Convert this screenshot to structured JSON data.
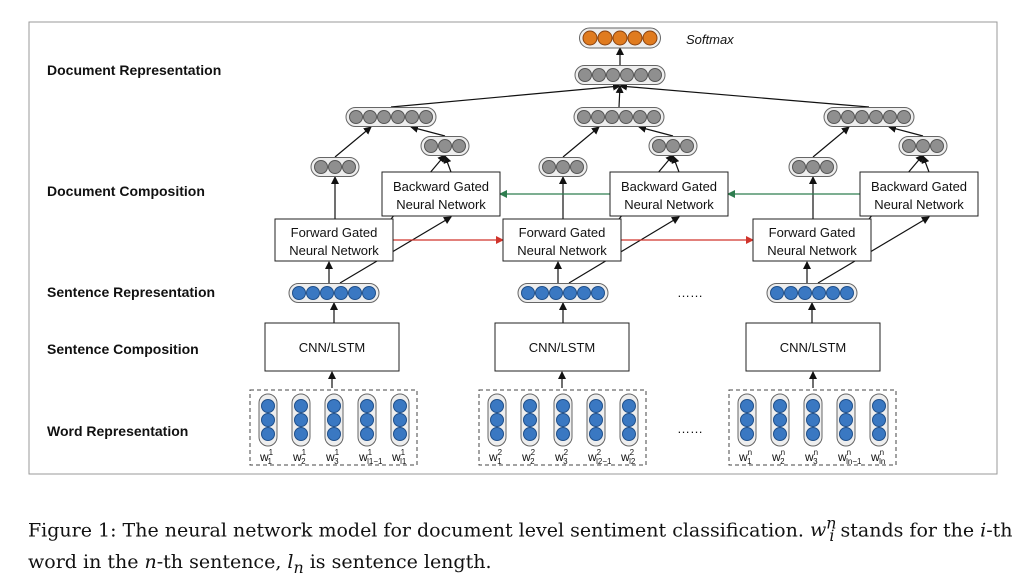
{
  "softmax_label": "Softmax",
  "layers": {
    "document_representation": "Document Representation",
    "document_composition": "Document Composition",
    "sentence_representation": "Sentence Representation",
    "sentence_composition": "Sentence Composition",
    "word_representation": "Word Representation"
  },
  "forward_label": [
    "Forward Gated",
    "Neural Network"
  ],
  "backward_label": [
    "Backward Gated",
    "Neural Network"
  ],
  "composition_label": "CNN/LSTM",
  "ellipsis": "……",
  "word_groups": [
    [
      {
        "b": "w",
        "p": "1",
        "s": "1"
      },
      {
        "b": "w",
        "p": "1",
        "s": "2"
      },
      {
        "b": "w",
        "p": "1",
        "s": "3"
      },
      {
        "b": "w",
        "p": "1",
        "s": "l1−1"
      },
      {
        "b": "w",
        "p": "1",
        "s": "l1"
      }
    ],
    [
      {
        "b": "w",
        "p": "2",
        "s": "1"
      },
      {
        "b": "w",
        "p": "2",
        "s": "2"
      },
      {
        "b": "w",
        "p": "2",
        "s": "3"
      },
      {
        "b": "w",
        "p": "2",
        "s": "l2−1"
      },
      {
        "b": "w",
        "p": "2",
        "s": "l2"
      }
    ],
    [
      {
        "b": "w",
        "p": "n",
        "s": "1"
      },
      {
        "b": "w",
        "p": "n",
        "s": "2"
      },
      {
        "b": "w",
        "p": "n",
        "s": "3"
      },
      {
        "b": "w",
        "p": "n",
        "s": "ln−1"
      },
      {
        "b": "w",
        "p": "n",
        "s": "ln"
      }
    ]
  ],
  "caption": {
    "prefix": "Figure 1: The neural network model for document level sentiment classification. ",
    "var_base": "w",
    "var_sup": "n",
    "var_sub": "i",
    "mid1": " stands for the ",
    "i": "i",
    "mid2": "-th word in the ",
    "n": "n",
    "mid3": "-th sentence, ",
    "l": "l",
    "l_sub": "n",
    "end": " is sentence length."
  },
  "colors": {
    "softmax_fill": "#e07b1f",
    "softmax_stroke": "#8a4310",
    "gray_fill": "#8f8f8f",
    "gray_stroke": "#555555",
    "blue_fill": "#3a78c2",
    "blue_stroke": "#1f4f8a",
    "forward_arrow": "#d0342c",
    "backward_arrow": "#2e7d4f"
  },
  "icons": {
    "node": "filled-circle",
    "arrow": "arrowhead"
  }
}
